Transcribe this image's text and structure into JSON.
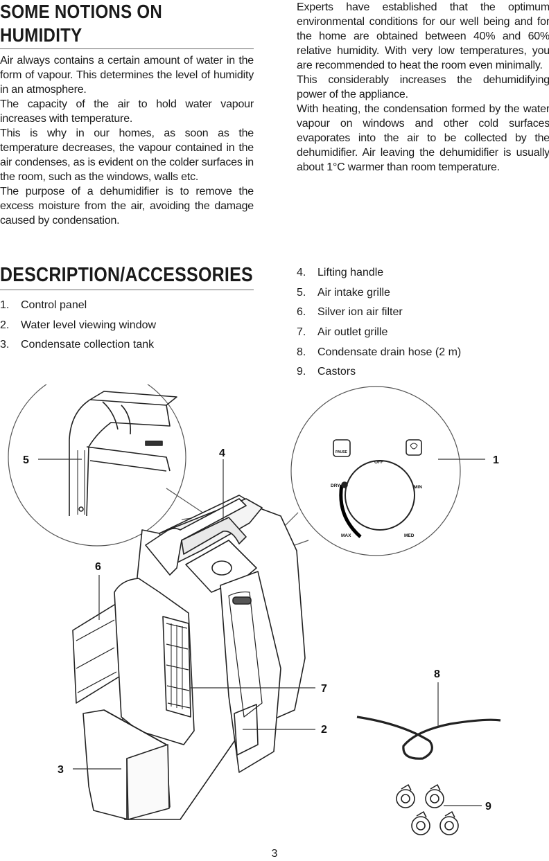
{
  "humidity": {
    "title_line1": "SOME NOTIONS ON",
    "title_line2": "HUMIDITY",
    "left_paragraphs": [
      "Air always contains a certain amount of water in the form of vapour. This determines the level of humidity in an atmosphere.",
      "The capacity of the air to hold water vapour increases with temperature.",
      "This is why in our homes, as soon as the temperature decreases, the vapour contained in the air condenses, as is evident on the colder surfaces in the room, such as the windows, walls etc.",
      "The purpose of a dehumidifier is to remove the excess moisture from the air, avoiding the damage caused by condensation."
    ],
    "right_paragraphs": [
      "Experts have established that the optimum environmental conditions for our well being and for the home are obtained between 40% and 60% relative humidity. With very low temperatures, you are recommended to heat the room even minimally.",
      "This considerably increases the dehumidifying power of the appliance.",
      "With heating, the condensation formed by the water vapour on windows and other cold surfaces evaporates into the air to be collected by the dehumidifier.  Air leaving the dehumidifier is usually about 1°C warmer than room temperature."
    ]
  },
  "description": {
    "title": "DESCRIPTION/ACCESSORIES",
    "items_left": [
      {
        "num": "1.",
        "label": "Control panel"
      },
      {
        "num": "2.",
        "label": "Water level viewing window"
      },
      {
        "num": "3.",
        "label": "Condensate collection tank"
      }
    ],
    "items_right": [
      {
        "num": "4.",
        "label": "Lifting handle"
      },
      {
        "num": "5.",
        "label": "Air intake grille"
      },
      {
        "num": "6.",
        "label": "Silver ion air filter"
      },
      {
        "num": "7.",
        "label": "Air outlet grille"
      },
      {
        "num": "8.",
        "label": "Condensate drain hose (2 m)"
      },
      {
        "num": "9.",
        "label": "Castors"
      }
    ]
  },
  "diagram": {
    "callouts": {
      "c1": "1",
      "c2": "2",
      "c3": "3",
      "c4": "4",
      "c5": "5",
      "c6": "6",
      "c7": "7",
      "c8": "8",
      "c9": "9"
    },
    "dial": {
      "off": "OFF",
      "min": "MIN",
      "med": "MED",
      "max": "MAX",
      "dry": "DRY",
      "pause": "PAUSE"
    }
  },
  "page_number": "3"
}
